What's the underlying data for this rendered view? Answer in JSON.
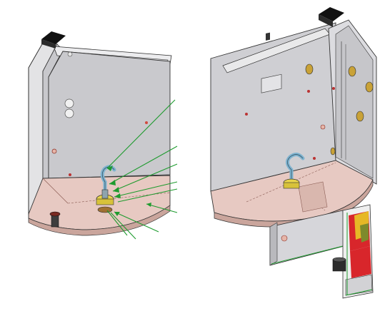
{
  "figure": {
    "views": [
      {
        "name": "left-view",
        "description_visible": false
      },
      {
        "name": "right-view",
        "description_visible": false
      }
    ],
    "colors": {
      "panel_light": "#e9e9ea",
      "panel_mid": "#cfcfd2",
      "panel_dark": "#b9b9bd",
      "edge": "#3a3a3a",
      "floor": "#e7c9c2",
      "floor_dark": "#caa59c",
      "hook": "#7fb3cf",
      "nut_yellow": "#e8d44a",
      "leader_green": "#1e9b2e",
      "black_cap": "#111111",
      "gold_bolt": "#c9a237",
      "red": "#d8262b",
      "yellow_block": "#e6b826",
      "green_panel": "#7d8a2c"
    },
    "leader_count": 9
  }
}
